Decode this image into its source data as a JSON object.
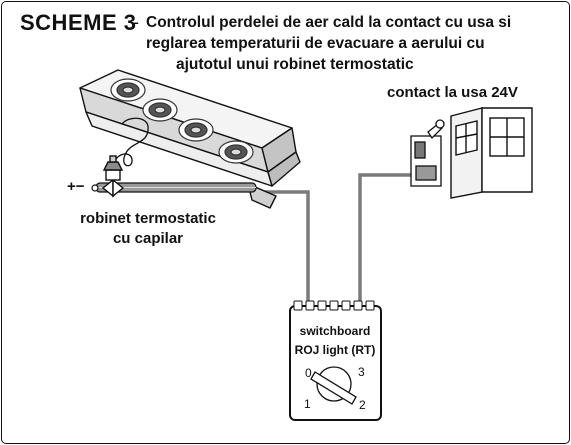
{
  "header": {
    "scheme_label": "SCHEME 3",
    "separator": "-",
    "title_line1": "Controlul perdelei de aer cald la contact cu usa si",
    "title_line2": "reglarea temperaturii de evacuare a aerului cu",
    "title_line3": "ajutotul unui robinet termostatic"
  },
  "labels": {
    "door_contact": "contact la usa 24V",
    "valve_line1": "robinet termostatic",
    "valve_line2": "cu capilar",
    "plus_minus": "+−"
  },
  "switchboard": {
    "name_line1": "switchboard",
    "name_line2": "ROJ light (RT)",
    "positions": [
      "0",
      "1",
      "2",
      "3"
    ]
  },
  "colors": {
    "cable": "#7a7a7a",
    "outline": "#111111",
    "unit_body": "#e6e6e6",
    "grille": "#333333"
  }
}
